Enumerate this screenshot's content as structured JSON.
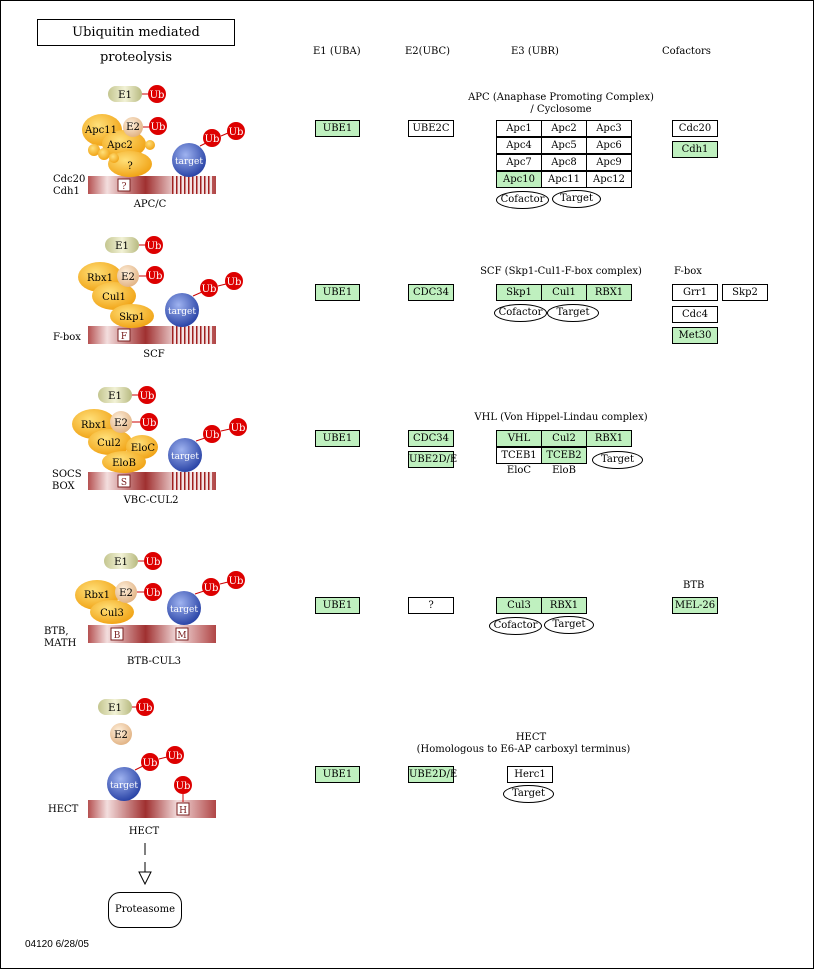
{
  "title": "Ubiquitin mediated proteolysis",
  "footer": "04120 6/28/05",
  "headers": {
    "e1": "E1 (UBA)",
    "e2": "E2(UBC)",
    "e3": "E3 (UBR)",
    "cofactors": "Cofactors"
  },
  "illustration": {
    "e1": "E1",
    "e2": "E2",
    "ub": "Ub",
    "target": "target",
    "unknown": "?",
    "apc": {
      "apc11": "Apc11",
      "apc2": "Apc2",
      "side_label_1": "Cdc20",
      "side_label_2": "Cdh1",
      "box_letter": "?",
      "name": "APC/C"
    },
    "scf": {
      "rbx1": "Rbx1",
      "cul1": "Cul1",
      "skp1": "Skp1",
      "side_label": "F-box",
      "box_letter": "F",
      "name": "SCF"
    },
    "vbc": {
      "rbx1": "Rbx1",
      "cul2": "Cul2",
      "eloc": "EloC",
      "elob": "EloB",
      "side_label_1": "SOCS",
      "side_label_2": "BOX",
      "box_letter": "S",
      "name": "VBC-CUL2"
    },
    "btb": {
      "rbx1": "Rbx1",
      "cul3": "Cul3",
      "side_label_1": "BTB,",
      "side_label_2": "MATH",
      "box_letter_1": "B",
      "box_letter_2": "M",
      "name": "BTB-CUL3"
    },
    "hect": {
      "side_label": "HECT",
      "box_letter": "H",
      "name": "HECT"
    },
    "proteasome": "Proteasome"
  },
  "rows": {
    "apc": {
      "e1": "UBE1",
      "e2": "UBE2C",
      "complex_title_1": "APC (Anaphase Promoting Complex)",
      "complex_title_2": "/ Cyclosome",
      "grid": [
        [
          "Apc1",
          "Apc2",
          "Apc3"
        ],
        [
          "Apc4",
          "Apc5",
          "Apc6"
        ],
        [
          "Apc7",
          "Apc8",
          "Apc9"
        ],
        [
          "Apc10",
          "Apc11",
          "Apc12"
        ]
      ],
      "ovals": [
        "Cofactor",
        "Target"
      ],
      "cofactors": [
        "Cdc20",
        "Cdh1"
      ]
    },
    "scf": {
      "e1": "UBE1",
      "e2": "CDC34",
      "complex_title": "SCF (Skp1-Cul1-F-box complex)",
      "e3": [
        "Skp1",
        "Cul1",
        "RBX1"
      ],
      "ovals": [
        "Cofactor",
        "Target"
      ],
      "cofactor_title": "F-box",
      "cofactors": [
        "Grr1",
        "Skp2",
        "Cdc4",
        "Met30"
      ]
    },
    "vhl": {
      "e1": "UBE1",
      "e2": [
        "CDC34",
        "UBE2D/E"
      ],
      "complex_title": "VHL (Von Hippel-Lindau complex)",
      "e3_top": [
        "VHL",
        "Cul2",
        "RBX1"
      ],
      "e3_bottom": [
        "TCEB1",
        "TCEB2"
      ],
      "sub_labels": [
        "EloC",
        "EloB"
      ],
      "oval": "Target"
    },
    "btb": {
      "e1": "UBE1",
      "e2": "?",
      "e3": [
        "Cul3",
        "RBX1"
      ],
      "ovals": [
        "Cofactor",
        "Target"
      ],
      "cofactor_title": "BTB",
      "cofactors": [
        "MEL-26"
      ]
    },
    "hect": {
      "e1": "UBE1",
      "e2": "UBE2D/E",
      "complex_title_1": "HECT",
      "complex_title_2": "(Homologous to E6-AP carboxyl terminus)",
      "e3": "Herc1",
      "oval": "Target"
    }
  },
  "colors": {
    "green": "#bff0bf",
    "ub_red": "#dd0000",
    "membrane": "#a03a3a",
    "target_blue": "#4a64c0",
    "e3_yellow": "#f5b21e"
  }
}
